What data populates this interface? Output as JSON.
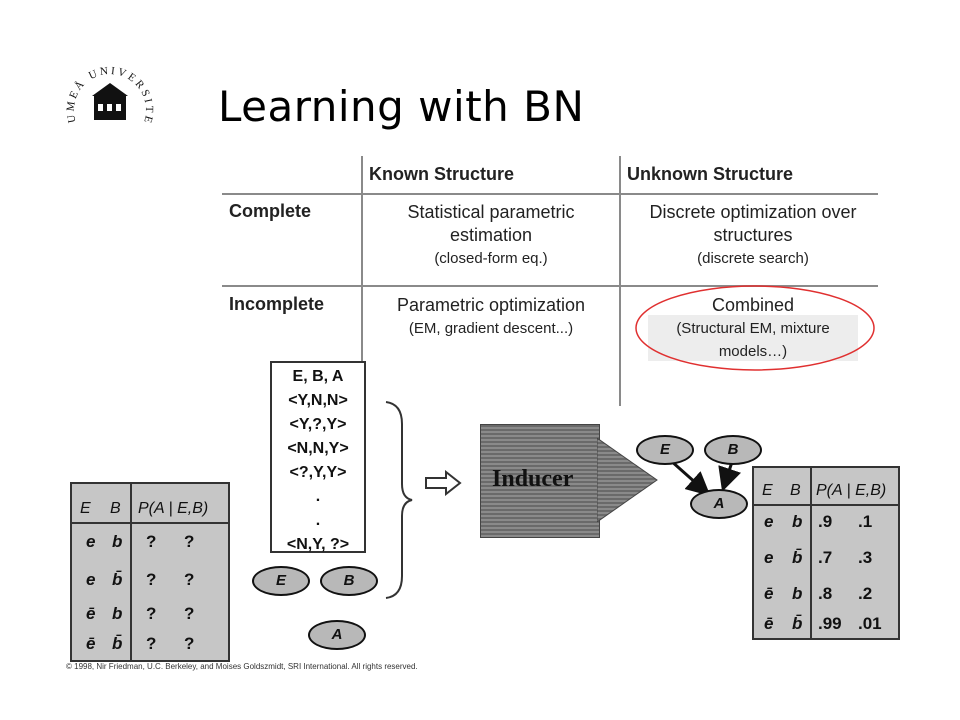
{
  "title": "Learning with BN",
  "logo": {
    "text": "UMEÅ UNIVERSITET"
  },
  "table": {
    "col_headers": [
      "Known Structure",
      "Unknown Structure"
    ],
    "rows": [
      {
        "label": "Complete",
        "known_main": [
          "Statistical parametric",
          "estimation"
        ],
        "known_sub": "(closed-form eq.)",
        "unknown_main": [
          "Discrete optimization over",
          "structures"
        ],
        "unknown_sub": "(discrete search)"
      },
      {
        "label": "Incomplete",
        "known_main": [
          "Parametric optimization"
        ],
        "known_sub": "(EM, gradient descent...)",
        "unknown_main": [
          "Combined"
        ],
        "unknown_sub": [
          "(Structural EM, mixture",
          "models…)"
        ]
      }
    ],
    "highlight_color": "#e03030"
  },
  "data_list": [
    "E, B, A",
    "<Y,N,N>",
    "<Y,?,Y>",
    "<N,N,Y>",
    "<?,Y,Y>",
    ".",
    ".",
    "<N,Y, ?>"
  ],
  "inducer_label": "Inducer",
  "left_nodes": [
    "E",
    "B",
    "A"
  ],
  "right_nodes": [
    "E",
    "B",
    "A"
  ],
  "left_cpt": {
    "header": [
      "E",
      "B",
      "P(A | E,B)"
    ],
    "rows": [
      {
        "e": "e",
        "b": "b",
        "p1": "?",
        "p2": "?"
      },
      {
        "e": "e",
        "b": "b̄",
        "p1": "?",
        "p2": "?"
      },
      {
        "e": "ē",
        "b": "b",
        "p1": "?",
        "p2": "?"
      },
      {
        "e": "ē",
        "b": "b̄",
        "p1": "?",
        "p2": "?"
      }
    ]
  },
  "right_cpt": {
    "header": [
      "E",
      "B",
      "P(A | E,B)"
    ],
    "rows": [
      {
        "e": "e",
        "b": "b",
        "p1": ".9",
        "p2": ".1"
      },
      {
        "e": "e",
        "b": "b̄",
        "p1": ".7",
        "p2": ".3"
      },
      {
        "e": "ē",
        "b": "b",
        "p1": ".8",
        "p2": ".2"
      },
      {
        "e": "ē",
        "b": "b̄",
        "p1": ".99",
        "p2": ".01"
      }
    ]
  },
  "copyright": "© 1998, Nir Friedman, U.C. Berkeley, and Moises Goldszmidt, SRI International. All rights reserved."
}
